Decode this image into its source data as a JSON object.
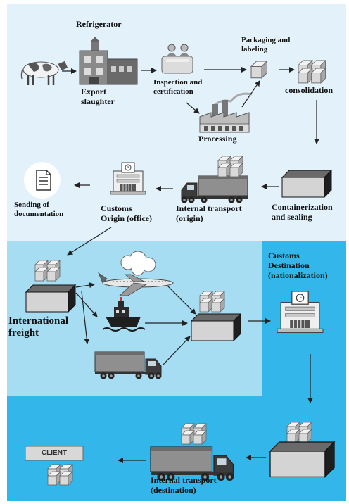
{
  "labels": {
    "refrigerator": "Refrigerator",
    "export_slaughter": "Export\nslaughter",
    "inspection_certification": "Inspection and\ncertification",
    "packaging_labeling": "Packaging and\nlabeling",
    "consolidation": "consolidation",
    "processing": "Processing",
    "containerization": "Containerization\nand sealing",
    "internal_transport_origin": "Internal transport\n(origin)",
    "customs_origin": "Customs\nOrigin (office)",
    "sending_documentation": "Sending of\ndocumentation",
    "international_freight": "International\nfreight",
    "customs_destination": "Customs\nDestination\n(nationalization)",
    "internal_transport_destination": "Internal transport\n(destination)",
    "client": "CLIENT"
  },
  "colors": {
    "top_band": "#e3f1fb",
    "middle_band": "#a6ddf3",
    "right_band": "#33b7ea",
    "bottom_band": "#33b7ea",
    "arrow": "#222222",
    "box_dark": "#3a3a3a"
  }
}
